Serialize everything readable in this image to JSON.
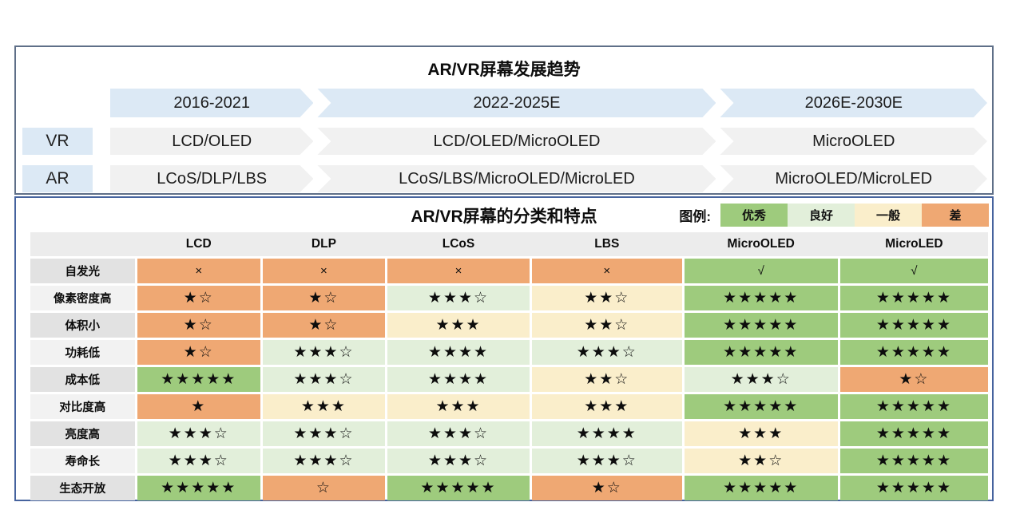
{
  "colors": {
    "trend_border": "#5f6f88",
    "matrix_border": "#46639e",
    "period_arrow_fill": "#dce9f5",
    "tech_arrow_fill": "#f1f1f1",
    "side_label_fill": "#dce9f5",
    "header_strip": "#ececec",
    "row_label_dark": "#e2e2e2",
    "row_label_light": "#f2f2f2"
  },
  "chart_data": [
    {
      "type": "table",
      "title": "AR/VR屏幕发展趋势",
      "periods": [
        "2016-2021",
        "2022-2025E",
        "2026E-2030E"
      ],
      "rows": [
        {
          "label": "VR",
          "cells": [
            "LCD/OLED",
            "LCD/OLED/MicroOLED",
            "MicroOLED"
          ]
        },
        {
          "label": "AR",
          "cells": [
            "LCoS/DLP/LBS",
            "LCoS/LBS/MicroOLED/MicroLED",
            "MicroOLED/MicroLED"
          ]
        }
      ]
    },
    {
      "type": "heatmap",
      "title": "AR/VR屏幕的分类和特点",
      "legend_label": "图例:",
      "legend": [
        {
          "label": "优秀",
          "rating": "excellent"
        },
        {
          "label": "良好",
          "rating": "good"
        },
        {
          "label": "一般",
          "rating": "fair"
        },
        {
          "label": "差",
          "rating": "poor"
        }
      ],
      "rating_colors": {
        "excellent": "#9ecb7d",
        "good": "#e2efda",
        "fair": "#faeecb",
        "poor": "#efa873"
      },
      "columns": [
        "LCD",
        "DLP",
        "LCoS",
        "LBS",
        "MicroOLED",
        "MicroLED"
      ],
      "rows": [
        {
          "label": "自发光",
          "cells": [
            {
              "text": "×",
              "rating": "poor"
            },
            {
              "text": "×",
              "rating": "poor"
            },
            {
              "text": "×",
              "rating": "poor"
            },
            {
              "text": "×",
              "rating": "poor"
            },
            {
              "text": "√",
              "rating": "excellent"
            },
            {
              "text": "√",
              "rating": "excellent"
            }
          ]
        },
        {
          "label": "像素密度高",
          "cells": [
            {
              "text": "★☆",
              "rating": "poor"
            },
            {
              "text": "★☆",
              "rating": "poor"
            },
            {
              "text": "★★★☆",
              "rating": "good"
            },
            {
              "text": "★★☆",
              "rating": "fair"
            },
            {
              "text": "★★★★★",
              "rating": "excellent"
            },
            {
              "text": "★★★★★",
              "rating": "excellent"
            }
          ]
        },
        {
          "label": "体积小",
          "cells": [
            {
              "text": "★☆",
              "rating": "poor"
            },
            {
              "text": "★☆",
              "rating": "poor"
            },
            {
              "text": "★★★",
              "rating": "fair"
            },
            {
              "text": "★★☆",
              "rating": "fair"
            },
            {
              "text": "★★★★★",
              "rating": "excellent"
            },
            {
              "text": "★★★★★",
              "rating": "excellent"
            }
          ]
        },
        {
          "label": "功耗低",
          "cells": [
            {
              "text": "★☆",
              "rating": "poor"
            },
            {
              "text": "★★★☆",
              "rating": "good"
            },
            {
              "text": "★★★★",
              "rating": "good"
            },
            {
              "text": "★★★☆",
              "rating": "good"
            },
            {
              "text": "★★★★★",
              "rating": "excellent"
            },
            {
              "text": "★★★★★",
              "rating": "excellent"
            }
          ]
        },
        {
          "label": "成本低",
          "cells": [
            {
              "text": "★★★★★",
              "rating": "excellent"
            },
            {
              "text": "★★★☆",
              "rating": "good"
            },
            {
              "text": "★★★★",
              "rating": "good"
            },
            {
              "text": "★★☆",
              "rating": "fair"
            },
            {
              "text": "★★★☆",
              "rating": "good"
            },
            {
              "text": "★☆",
              "rating": "poor"
            }
          ]
        },
        {
          "label": "对比度高",
          "cells": [
            {
              "text": "★",
              "rating": "poor"
            },
            {
              "text": "★★★",
              "rating": "fair"
            },
            {
              "text": "★★★",
              "rating": "fair"
            },
            {
              "text": "★★★",
              "rating": "fair"
            },
            {
              "text": "★★★★★",
              "rating": "excellent"
            },
            {
              "text": "★★★★★",
              "rating": "excellent"
            }
          ]
        },
        {
          "label": "亮度高",
          "cells": [
            {
              "text": "★★★☆",
              "rating": "good"
            },
            {
              "text": "★★★☆",
              "rating": "good"
            },
            {
              "text": "★★★☆",
              "rating": "good"
            },
            {
              "text": "★★★★",
              "rating": "good"
            },
            {
              "text": "★★★",
              "rating": "fair"
            },
            {
              "text": "★★★★★",
              "rating": "excellent"
            }
          ]
        },
        {
          "label": "寿命长",
          "cells": [
            {
              "text": "★★★☆",
              "rating": "good"
            },
            {
              "text": "★★★☆",
              "rating": "good"
            },
            {
              "text": "★★★☆",
              "rating": "good"
            },
            {
              "text": "★★★☆",
              "rating": "good"
            },
            {
              "text": "★★☆",
              "rating": "fair"
            },
            {
              "text": "★★★★★",
              "rating": "excellent"
            }
          ]
        },
        {
          "label": "生态开放",
          "cells": [
            {
              "text": "★★★★★",
              "rating": "excellent"
            },
            {
              "text": "☆",
              "rating": "poor"
            },
            {
              "text": "★★★★★",
              "rating": "excellent"
            },
            {
              "text": "★☆",
              "rating": "poor"
            },
            {
              "text": "★★★★★",
              "rating": "excellent"
            },
            {
              "text": "★★★★★",
              "rating": "excellent"
            }
          ]
        }
      ]
    }
  ]
}
